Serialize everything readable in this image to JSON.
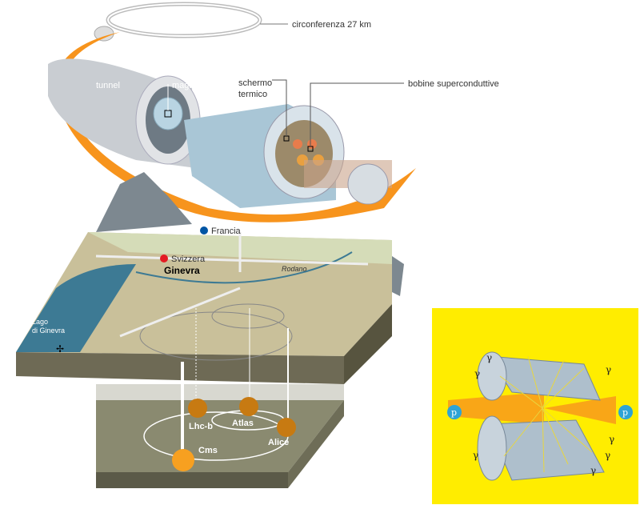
{
  "labels": {
    "circumference": "circonferenza 27 km",
    "tunnel": "tunnel",
    "magnets": "magneti",
    "thermal_shield_1": "schermo",
    "thermal_shield_2": "termico",
    "coils": "bobine superconduttive"
  },
  "map": {
    "france": "Francia",
    "switzerland": "Svizzera",
    "geneva": "Ginevra",
    "rhone": "Rodano",
    "lake_1": "Lago",
    "lake_2": "di Ginevra"
  },
  "experiments": [
    "Lhc-b",
    "Atlas",
    "Alice",
    "Cms"
  ],
  "detector": {
    "proton": "p",
    "gamma": "γ"
  },
  "colors": {
    "orange": "#f7941d",
    "detector_bg": "#ffed00",
    "lake": "#3d7a94",
    "terrain": "#c9c09a",
    "underground": "#8a8a70"
  }
}
